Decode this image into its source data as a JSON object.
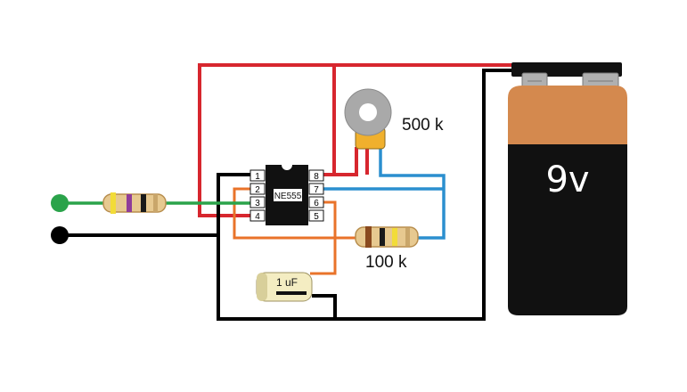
{
  "ic": {
    "label": "NE555",
    "pins_left": [
      "1",
      "2",
      "3",
      "4"
    ],
    "pins_right": [
      "8",
      "7",
      "6",
      "5"
    ]
  },
  "labels": {
    "potentiometer": "500 k",
    "resistor": "100 k",
    "capacitor": "1 uF",
    "battery": "9v"
  },
  "colors": {
    "red_wire": "#d7262e",
    "black_wire": "#000000",
    "blue_wire": "#2b8fcf",
    "orange_wire": "#e9732a",
    "green_wire": "#2aa34a",
    "battery_top": "#d4894e",
    "battery_body": "#111111"
  }
}
